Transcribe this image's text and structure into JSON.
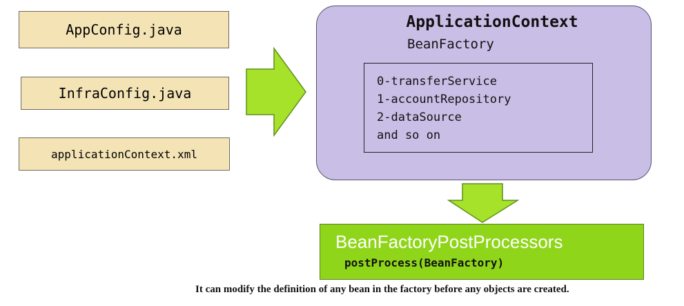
{
  "config_files": [
    {
      "label": "AppConfig.java"
    },
    {
      "label": "InfraConfig.java"
    },
    {
      "label": "applicationContext.xml"
    }
  ],
  "application_context": {
    "title": "ApplicationContext",
    "subtitle": "BeanFactory",
    "beans": [
      "0-transferService",
      "1-accountRepository",
      "2-dataSource",
      "and so on"
    ]
  },
  "post_processors": {
    "title": "BeanFactoryPostProcessors",
    "method": "postProcess(BeanFactory)"
  },
  "caption": "It can modify the definition of any bean in the factory before any objects are created.",
  "colors": {
    "config_box_fill": "#f4e3b5",
    "context_fill": "#c9bee6",
    "arrow_fill": "#a6e22a",
    "post_processor_fill": "#8fd61a"
  }
}
